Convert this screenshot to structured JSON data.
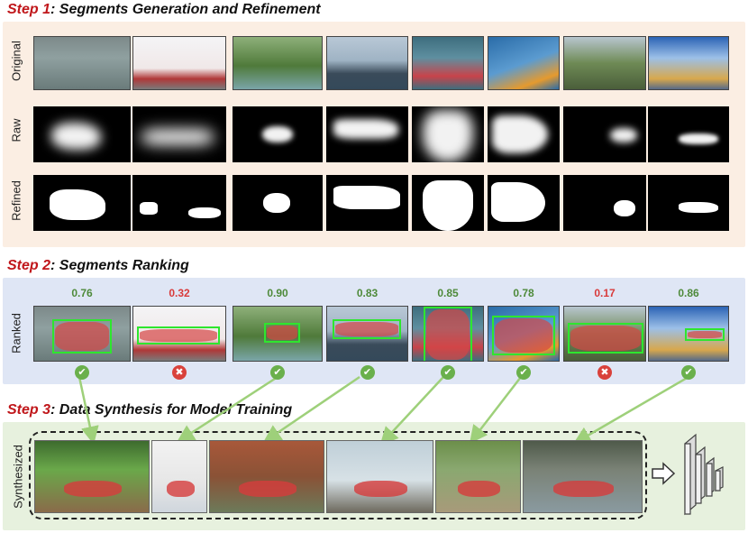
{
  "step1": {
    "num": "Step 1",
    "text": ": Segments Generation and Refinement"
  },
  "step2": {
    "num": "Step 2",
    "text": ": Segments Ranking"
  },
  "step3": {
    "num": "Step 3",
    "text": ": Data Synthesis for Model Training"
  },
  "rows": {
    "original": "Original",
    "raw": "Raw",
    "refined": "Refined",
    "ranked": "Ranked",
    "synthesized": "Synthesized"
  },
  "scores": [
    {
      "value": "0.76",
      "status": "ok"
    },
    {
      "value": "0.32",
      "status": "bad"
    },
    {
      "value": "0.90",
      "status": "ok"
    },
    {
      "value": "0.83",
      "status": "ok"
    },
    {
      "value": "0.85",
      "status": "ok"
    },
    {
      "value": "0.78",
      "status": "ok"
    },
    {
      "value": "0.17",
      "status": "bad"
    },
    {
      "value": "0.86",
      "status": "ok"
    }
  ],
  "colors": {
    "step_red": "#c0161a",
    "good_green": "#4e8a3a",
    "bad_red": "#d93a3a",
    "step1_bg": "#fbeee3",
    "step2_bg": "#dfe6f5",
    "step3_bg": "#e7f1de",
    "check_green": "#6ab04c",
    "cross_red": "#d9413b",
    "arrow_green": "#9ed07a"
  },
  "icons": {
    "check": "check-icon",
    "cross": "cross-icon",
    "model": "neural-network-model-icon",
    "arrow": "right-arrow-icon"
  }
}
